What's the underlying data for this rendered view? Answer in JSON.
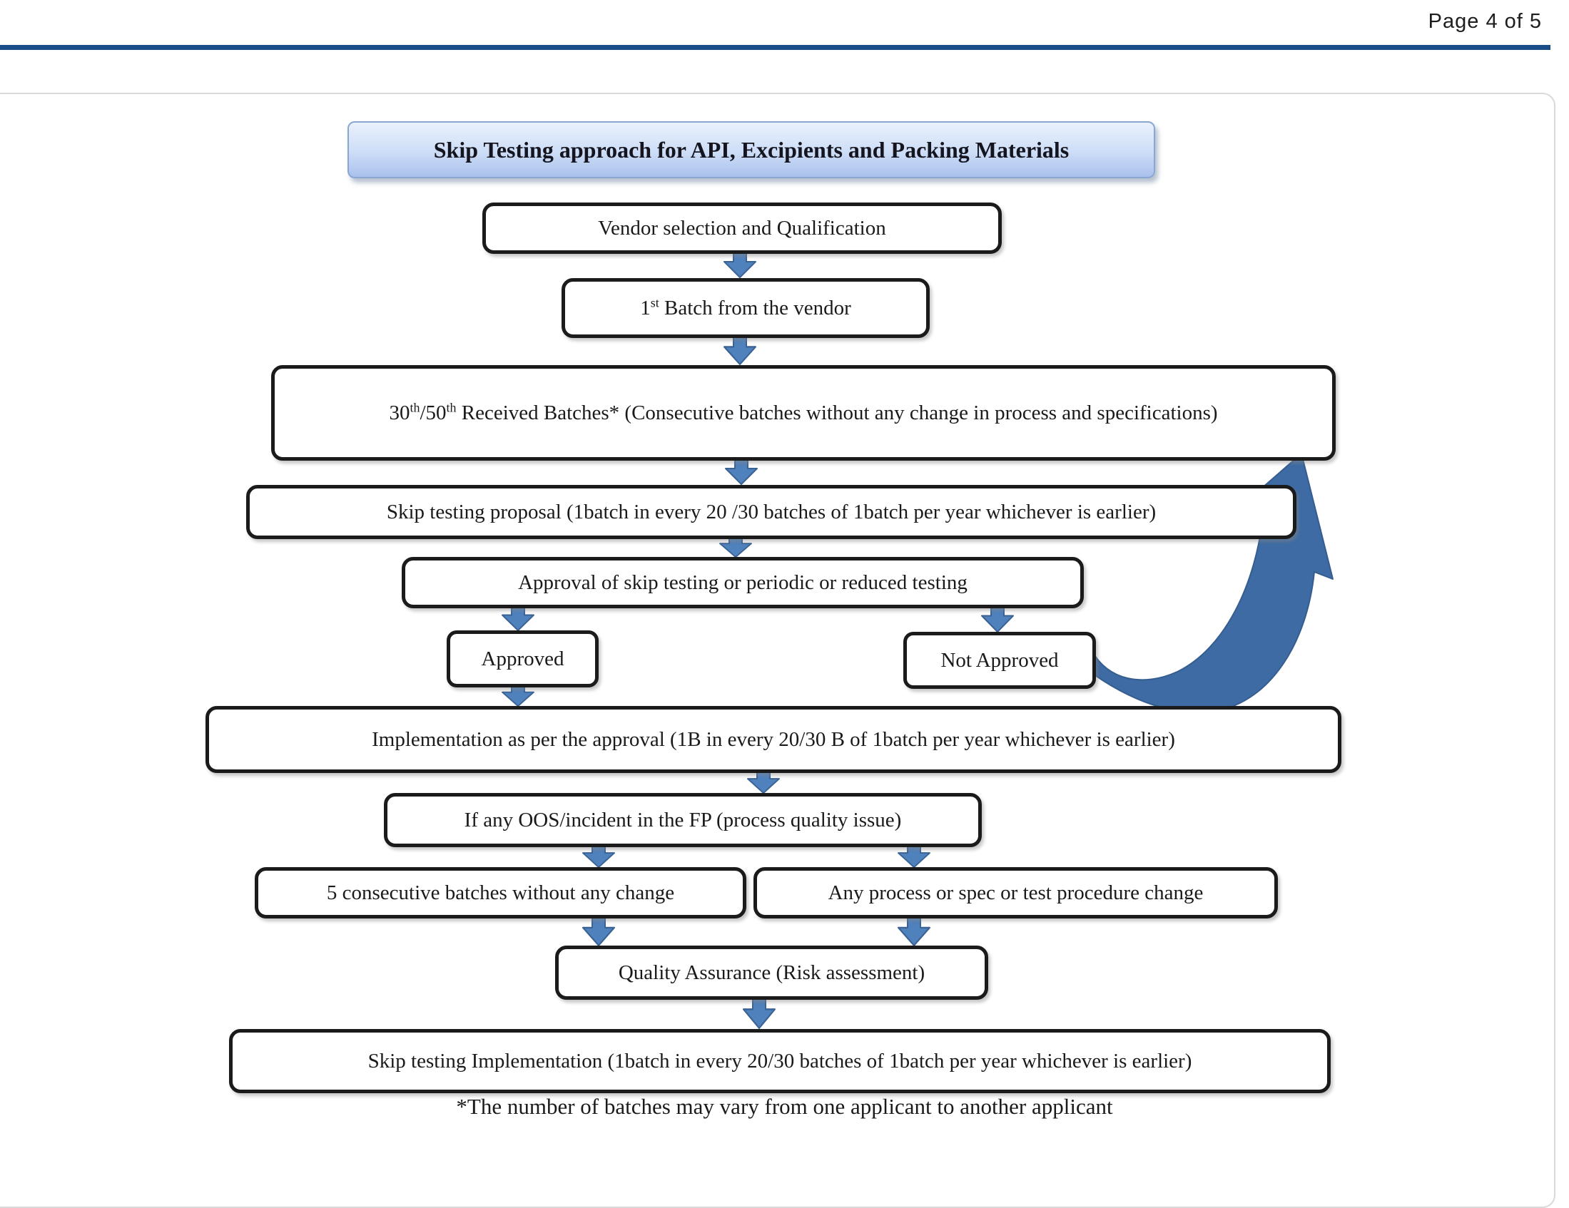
{
  "header": {
    "page_label": "Page 4 of 5"
  },
  "colors": {
    "header_rule_blue": "#164e85",
    "node_border_black": "#1b1b1b",
    "arrow_fill_blue": "#4f81bd",
    "arrow_border_blue": "#3a6293",
    "curve_arrow_blue": "#3e6ba3",
    "title_gradient_top": "#eaf1fc",
    "title_gradient_bottom": "#a9c1ec",
    "title_border_blue": "#8aa7d3",
    "page_card_border_gray": "#d9d9d9"
  },
  "flowchart": {
    "title": "Skip Testing approach for API, Excipients and Packing Materials",
    "nodes": {
      "vendor": "Vendor selection and Qualification",
      "first_batch": {
        "prefix": "1",
        "sup": "st",
        "rest": " Batch from the vendor"
      },
      "received_batches": {
        "p1": "30",
        "s1": "th",
        "p2": "/50",
        "s2": "th",
        "rest": " Received Batches* (Consecutive batches without any change in process and specifications)"
      },
      "proposal": "Skip testing proposal (1batch in every 20 /30 batches of 1batch per year whichever is earlier)",
      "approval": "Approval of skip testing or periodic or reduced testing",
      "approved": "Approved",
      "not_approved": "Not Approved",
      "implementation": "Implementation as per the approval (1B in every 20/30 B of 1batch per year whichever is earlier)",
      "oos": "If any OOS/incident in the FP (process quality issue)",
      "five_batches": "5 consecutive batches without any change",
      "process_change": "Any process or spec or test procedure change",
      "qa": "Quality Assurance (Risk assessment)",
      "final": "Skip testing Implementation (1batch in every 20/30 batches of 1batch per year whichever is earlier)"
    },
    "footnote": "*The number of batches may vary from one applicant to another applicant"
  }
}
